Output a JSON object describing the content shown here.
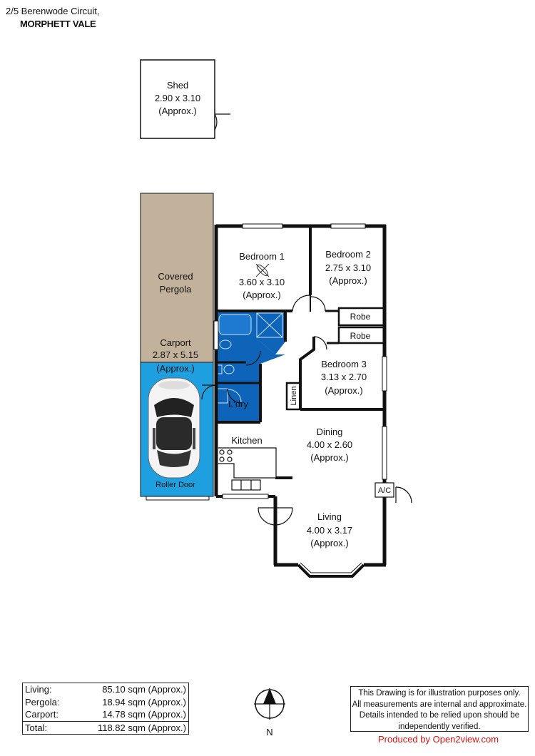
{
  "header": {
    "address_line1": "2/5 Berenwode Circuit,",
    "address_line2": "MORPHETT VALE"
  },
  "rooms": {
    "shed": {
      "name": "Shed",
      "size": "2.90 x 3.10",
      "note": "(Approx.)"
    },
    "pergola": {
      "name_line1": "Covered",
      "name_line2": "Pergola"
    },
    "carport": {
      "name": "Carport",
      "size": "2.87 x 5.15",
      "note": "(Approx.)"
    },
    "roller_door": "Roller Door",
    "bedroom1": {
      "name": "Bedroom 1",
      "size": "3.60 x 3.10",
      "note": "(Approx.)"
    },
    "bedroom2": {
      "name": "Bedroom 2",
      "size": "2.75 x 3.10",
      "note": "(Approx.)"
    },
    "bedroom3": {
      "name": "Bedroom 3",
      "size": "3.13 x 2.70",
      "note": "(Approx.)"
    },
    "robe1": "Robe",
    "robe2": "Robe",
    "linen": "Linen",
    "laundry": "L'dry",
    "kitchen": "Kitchen",
    "dining": {
      "name": "Dining",
      "size": "4.00 x 2.60",
      "note": "(Approx.)"
    },
    "living": {
      "name": "Living",
      "size": "4.00 x 3.17",
      "note": "(Approx.)"
    },
    "ac": "A/C"
  },
  "areas": [
    {
      "label": "Living:",
      "value": "85.10 sqm (Approx.)"
    },
    {
      "label": "Pergola:",
      "value": "18.94 sqm (Approx.)"
    },
    {
      "label": "Carport:",
      "value": "14.78 sqm (Approx.)"
    },
    {
      "label": "Total:",
      "value": "118.82 sqm (Approx.)"
    }
  ],
  "compass": {
    "label": "N"
  },
  "disclaimer": {
    "line1": "This Drawing is for illustration purposes only.",
    "line2": "All measurements are internal and  approximate.",
    "line3": "Details intended to be relied upon should be",
    "line4": "independently verified."
  },
  "produced_by": "Produced by Open2view.com",
  "colors": {
    "pergola": "#c2b29b",
    "carport": "#1e9fe0",
    "wet_areas": "#0d64b8",
    "walls": "#111111",
    "produced_by": "#dd1111"
  }
}
